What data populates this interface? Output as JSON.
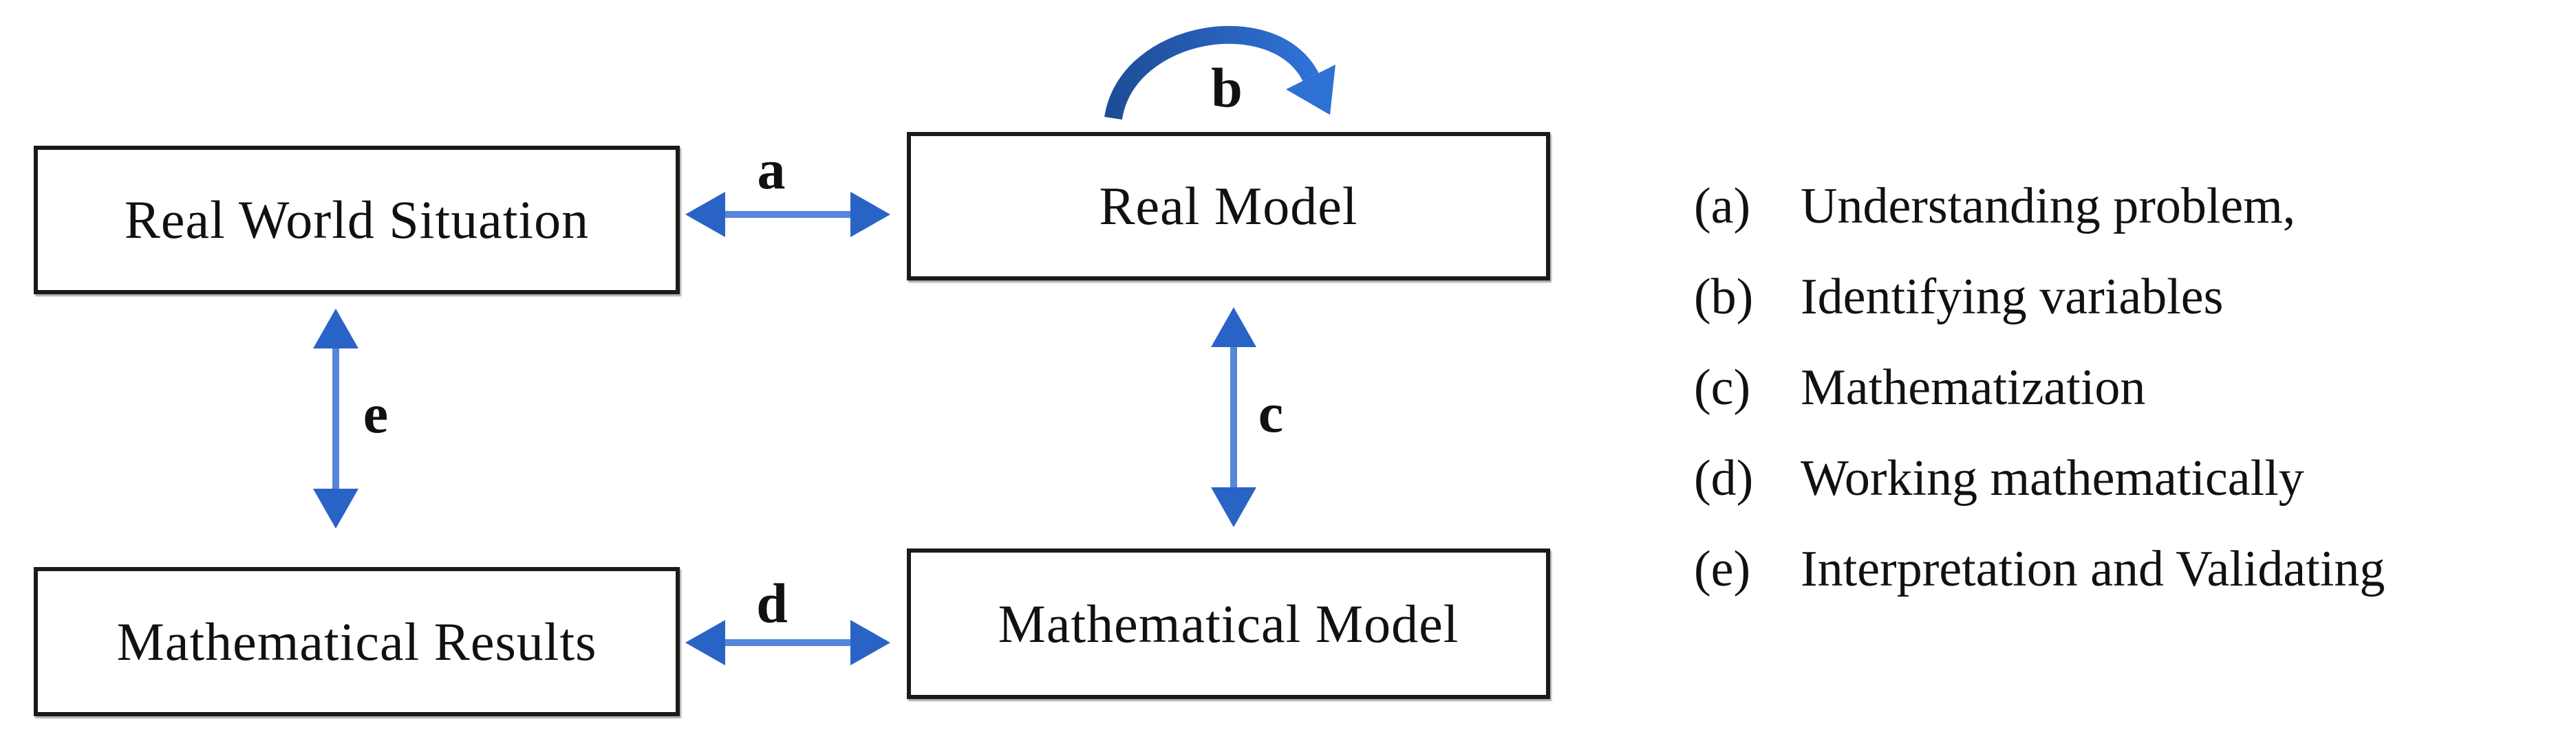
{
  "diagram": {
    "title_hint": "Mathematical modeling cycle",
    "boxes": [
      {
        "id": "real-world-situation",
        "label": "Real World Situation"
      },
      {
        "id": "real-model",
        "label": "Real Model"
      },
      {
        "id": "mathematical-results",
        "label": "Mathematical Results"
      },
      {
        "id": "mathematical-model",
        "label": "Mathematical Model"
      }
    ],
    "arrows": [
      {
        "id": "a",
        "label": "a",
        "type": "double-headed-horizontal",
        "connects": [
          "Real World Situation",
          "Real Model"
        ]
      },
      {
        "id": "b",
        "label": "b",
        "type": "curved-self-loop",
        "connects": [
          "Real Model",
          "Real Model"
        ]
      },
      {
        "id": "c",
        "label": "c",
        "type": "double-headed-vertical",
        "connects": [
          "Real Model",
          "Mathematical Model"
        ]
      },
      {
        "id": "d",
        "label": "d",
        "type": "double-headed-horizontal",
        "connects": [
          "Mathematical Results",
          "Mathematical Model"
        ]
      },
      {
        "id": "e",
        "label": "e",
        "type": "double-headed-vertical",
        "connects": [
          "Real World Situation",
          "Mathematical Results"
        ]
      }
    ],
    "colors": {
      "background": "#ffffff",
      "box_border": "#1a1a1a",
      "text": "#111111",
      "arrow_shaft_blue": "#5586da",
      "arrow_head_blue": "#2a63c6",
      "loop_gradient_dark": "#1d4d97",
      "loop_gradient_light": "#2f72d6"
    }
  },
  "legend": {
    "items": [
      {
        "marker": "(a)",
        "text": "Understanding problem,"
      },
      {
        "marker": "(b)",
        "text": "Identifying variables"
      },
      {
        "marker": "(c)",
        "text": "Mathematization"
      },
      {
        "marker": "(d)",
        "text": "Working mathematically"
      },
      {
        "marker": "(e)",
        "text": "Interpretation and Validating"
      }
    ]
  }
}
